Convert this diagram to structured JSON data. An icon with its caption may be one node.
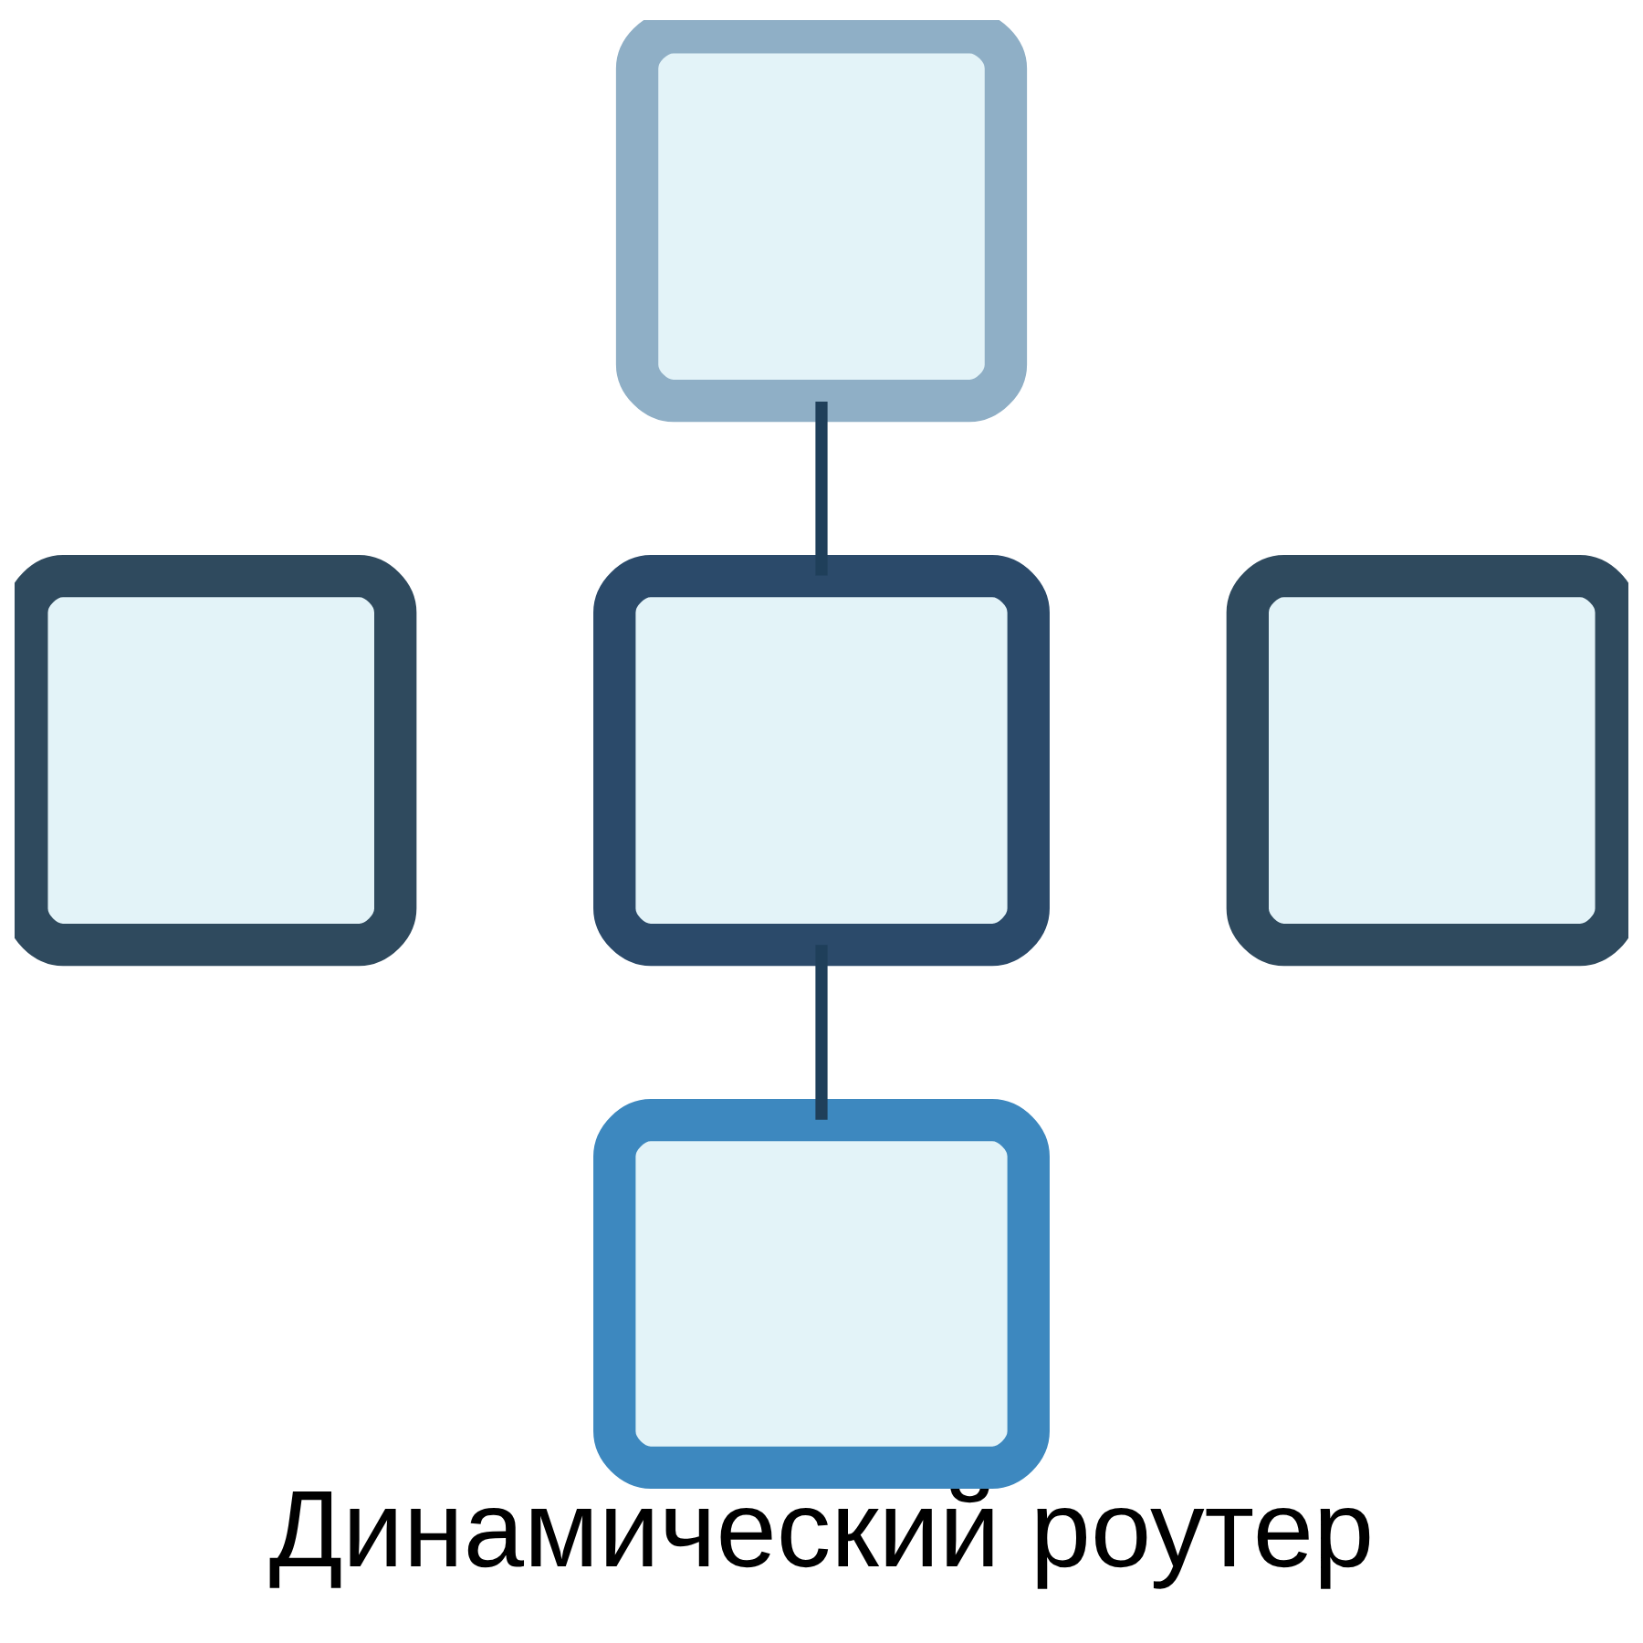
{
  "diagram": {
    "caption": "Динамический роутер",
    "nodes": [
      {
        "text": [],
        "shape": "box"
      },
      {
        "text": [],
        "shape": "box"
      },
      {
        "text": [],
        "shape": "box"
      },
      {
        "text": [],
        "shape": "box"
      },
      {
        "text": [],
        "shape": "box"
      }
    ],
    "edges": [
      {
        "from": 0,
        "to": 2,
        "arrow": "none"
      },
      {
        "from": 2,
        "to": 4,
        "arrow": "none"
      }
    ]
  }
}
